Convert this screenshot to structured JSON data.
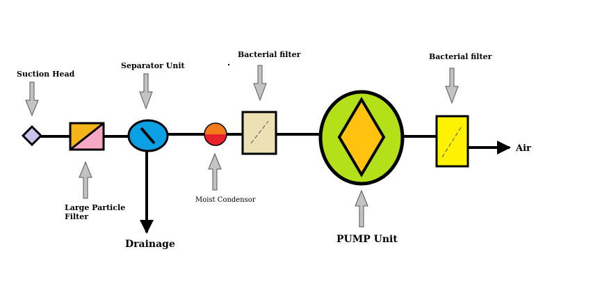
{
  "labels": {
    "suction_head": "Suction Head",
    "large_particle_filter_line1": "Large Particle",
    "large_particle_filter_line2": "Filter",
    "separator_unit": "Separator Unit",
    "drainage": "Drainage",
    "moist_condensor": "Moist Condensor",
    "bacterial_filter_1": "Bacterial filter",
    "pump_unit": "PUMP Unit",
    "bacterial_filter_2": "Bacterial filter",
    "air": "Air"
  },
  "colors": {
    "suction_head": "#c9c3ee",
    "filter_orange": "#f5b419",
    "filter_pink": "#f5a9c4",
    "separator_blue": "#0b9fe4",
    "condensor_top": "#f07a1c",
    "condensor_bottom": "#e8202a",
    "bacterial_filter_1": "#ede0b4",
    "pump_green": "#b4e01a",
    "pump_diamond": "#ffc20e",
    "bacterial_filter_2": "#fff200",
    "pointer_arrow": "#c3c3c3"
  }
}
